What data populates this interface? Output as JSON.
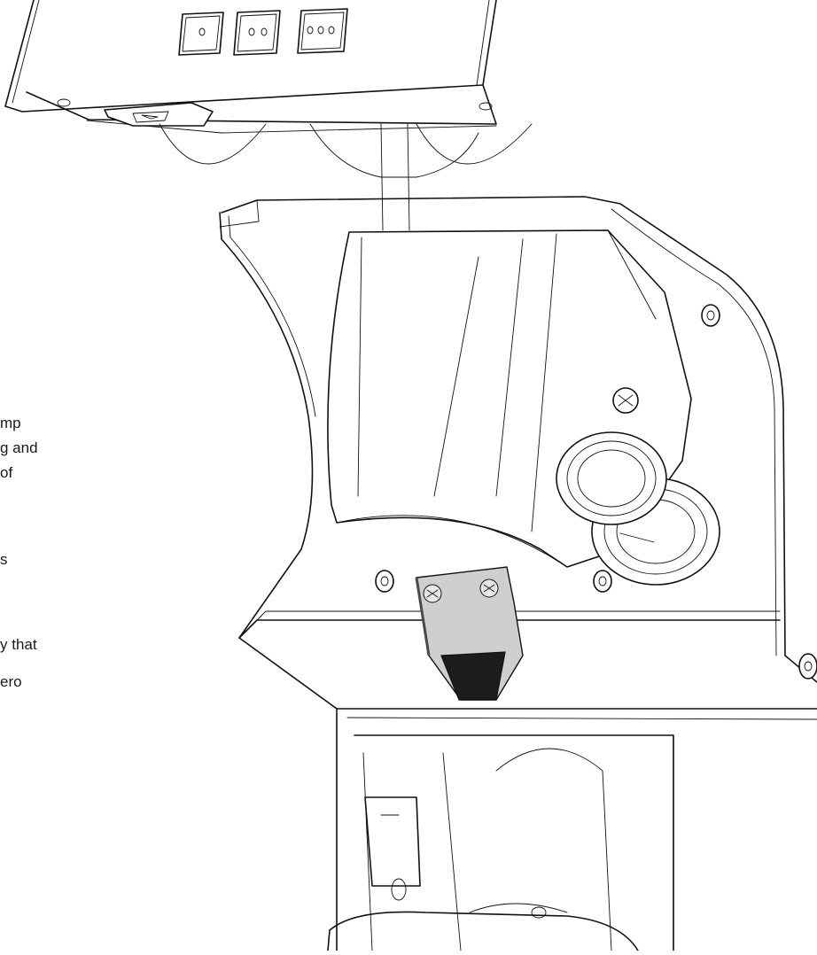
{
  "control_buttons": [
    {
      "dots": 1
    },
    {
      "dots": 2
    },
    {
      "dots": 3
    }
  ],
  "side_text": [
    "mp",
    "g and",
    "of",
    "s",
    "y that",
    "ero"
  ],
  "colors": {
    "line": "#111111",
    "background": "#ffffff",
    "metal_light": "#cfcfcf",
    "metal_dark": "#4a4a4a",
    "spout_opening": "#1c1c1c"
  }
}
